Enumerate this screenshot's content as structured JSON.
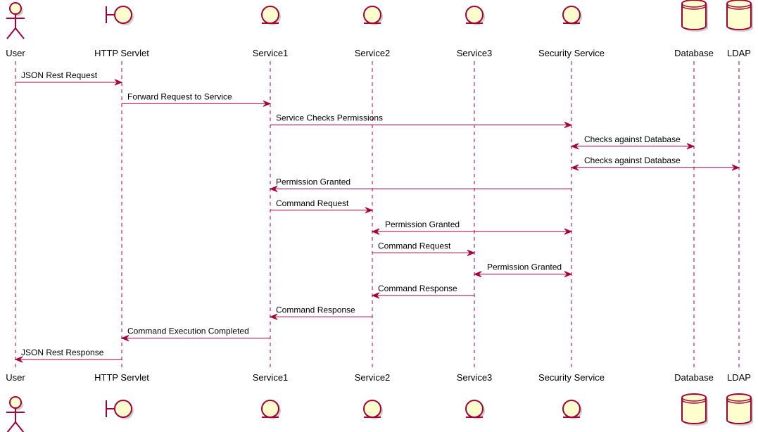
{
  "colors": {
    "line": "#A80036",
    "fill": "#FEFECE",
    "lifeline": "#A80036",
    "shadow": "#CFCFCF"
  },
  "participants": [
    {
      "id": "user",
      "label": "User",
      "type": "actor",
      "icon": "actor-icon"
    },
    {
      "id": "servlet",
      "label": "HTTP Servlet",
      "type": "boundary",
      "icon": "boundary-icon"
    },
    {
      "id": "service1",
      "label": "Service1",
      "type": "entity",
      "icon": "entity-icon"
    },
    {
      "id": "service2",
      "label": "Service2",
      "type": "entity",
      "icon": "entity-icon"
    },
    {
      "id": "service3",
      "label": "Service3",
      "type": "entity",
      "icon": "entity-icon"
    },
    {
      "id": "security",
      "label": "Security Service",
      "type": "entity",
      "icon": "entity-icon"
    },
    {
      "id": "database",
      "label": "Database",
      "type": "database",
      "icon": "database-icon"
    },
    {
      "id": "ldap",
      "label": "LDAP",
      "type": "database",
      "icon": "database-icon"
    }
  ],
  "messages": [
    {
      "from": "user",
      "to": "servlet",
      "label": "JSON Rest Request",
      "bidirectional": false
    },
    {
      "from": "servlet",
      "to": "service1",
      "label": "Forward Request to Service",
      "bidirectional": false
    },
    {
      "from": "service1",
      "to": "security",
      "label": "Service Checks Permissions",
      "bidirectional": false
    },
    {
      "from": "security",
      "to": "database",
      "label": "Checks against Database",
      "bidirectional": true
    },
    {
      "from": "security",
      "to": "ldap",
      "label": "Checks against Database",
      "bidirectional": true
    },
    {
      "from": "security",
      "to": "service1",
      "label": "Permission Granted",
      "bidirectional": false
    },
    {
      "from": "service1",
      "to": "service2",
      "label": "Command Request",
      "bidirectional": false
    },
    {
      "from": "service2",
      "to": "security",
      "label": "Permission Granted",
      "bidirectional": true
    },
    {
      "from": "service2",
      "to": "service3",
      "label": "Command Request",
      "bidirectional": false
    },
    {
      "from": "service3",
      "to": "security",
      "label": "Permission Granted",
      "bidirectional": true
    },
    {
      "from": "service3",
      "to": "service2",
      "label": "Command Response",
      "bidirectional": false
    },
    {
      "from": "service2",
      "to": "service1",
      "label": "Command Response",
      "bidirectional": false
    },
    {
      "from": "service1",
      "to": "servlet",
      "label": "Command Execution Completed",
      "bidirectional": false
    },
    {
      "from": "servlet",
      "to": "user",
      "label": "JSON Rest Response",
      "bidirectional": false
    }
  ]
}
